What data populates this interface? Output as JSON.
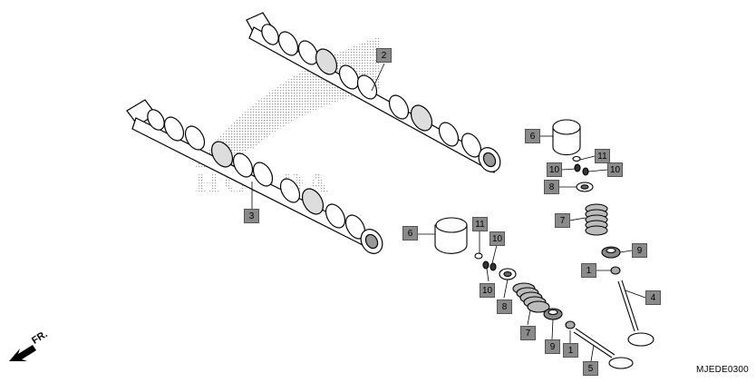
{
  "diagram": {
    "code": "MJEDE0300",
    "direction_label": "FR.",
    "watermark_text": "HONDA"
  },
  "callouts": [
    {
      "id": "c2",
      "label": "2"
    },
    {
      "id": "c3",
      "label": "3"
    },
    {
      "id": "c6a",
      "label": "6"
    },
    {
      "id": "c11a",
      "label": "11"
    },
    {
      "id": "c10a",
      "label": "10"
    },
    {
      "id": "c10b",
      "label": "10"
    },
    {
      "id": "c8a",
      "label": "8"
    },
    {
      "id": "c7a",
      "label": "7"
    },
    {
      "id": "c9a",
      "label": "9"
    },
    {
      "id": "c1a",
      "label": "1"
    },
    {
      "id": "c4",
      "label": "4"
    },
    {
      "id": "c6b",
      "label": "6"
    },
    {
      "id": "c11b",
      "label": "11"
    },
    {
      "id": "c10c",
      "label": "10"
    },
    {
      "id": "c10d",
      "label": "10"
    },
    {
      "id": "c8b",
      "label": "8"
    },
    {
      "id": "c7b",
      "label": "7"
    },
    {
      "id": "c9b",
      "label": "9"
    },
    {
      "id": "c1b",
      "label": "1"
    },
    {
      "id": "c5",
      "label": "5"
    }
  ]
}
